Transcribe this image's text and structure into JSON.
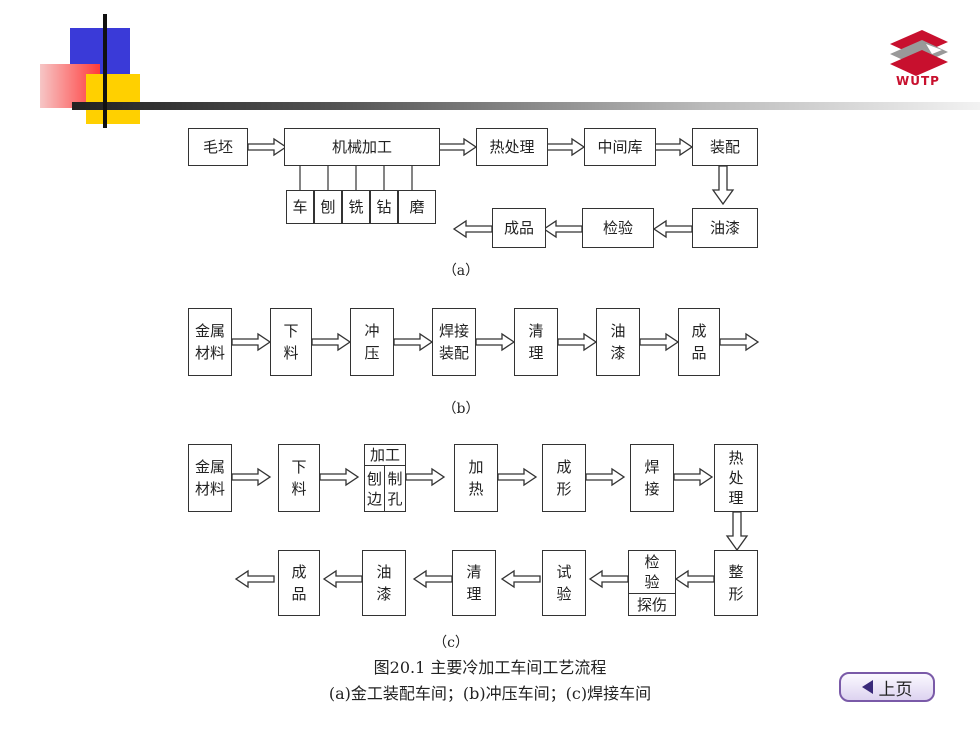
{
  "logo": {
    "text": "WUTP",
    "colors": {
      "red": "#c8102e",
      "grey": "#888888"
    }
  },
  "colors": {
    "blue": "#3a3ad8",
    "red": "#ff3a3a",
    "yellow": "#ffd000",
    "pink": "#f6c6c6"
  },
  "diagram_a": {
    "boxes": {
      "blank": "毛坯",
      "machining": "机械加工",
      "heat": "热处理",
      "storage": "中间库",
      "assembly": "装配",
      "paint": "油漆",
      "inspect": "检验",
      "product": "成品"
    },
    "operations": [
      "车",
      "刨",
      "铣",
      "钻",
      "磨"
    ],
    "caption": "（a）"
  },
  "diagram_b": {
    "boxes": {
      "material1": "金属",
      "material2": "材料",
      "cut1": "下",
      "cut2": "料",
      "stamp1": "冲",
      "stamp2": "压",
      "weld1": "焊接",
      "weld2": "装配",
      "clean1": "清",
      "clean2": "理",
      "paint1": "油",
      "paint2": "漆",
      "prod1": "成",
      "prod2": "品"
    },
    "caption": "（b）"
  },
  "diagram_c": {
    "boxes": {
      "material1": "金属",
      "material2": "材料",
      "cut1": "下",
      "cut2": "料",
      "proc_top": "加工",
      "proc_planing1": "刨",
      "proc_planing2": "边",
      "proc_hole1": "制",
      "proc_hole2": "孔",
      "heat1": "加",
      "heat2": "热",
      "form1": "成",
      "form2": "形",
      "weld1": "焊",
      "weld2": "接",
      "ht1": "热",
      "ht2": "处",
      "ht3": "理",
      "shape1": "整",
      "shape2": "形",
      "inspect1": "检",
      "inspect2": "验",
      "inspect_sub": "探伤",
      "test1": "试",
      "test2": "验",
      "clean1": "清",
      "clean2": "理",
      "paint1": "油",
      "paint2": "漆",
      "prod1": "成",
      "prod2": "品"
    },
    "caption": "（c）"
  },
  "figure": {
    "title": "图20.1  主要冷加工车间工艺流程",
    "subtitle": "(a)金工装配车间；(b)冲压车间；(c)焊接车间"
  },
  "nav": {
    "prev_label": "上页"
  }
}
